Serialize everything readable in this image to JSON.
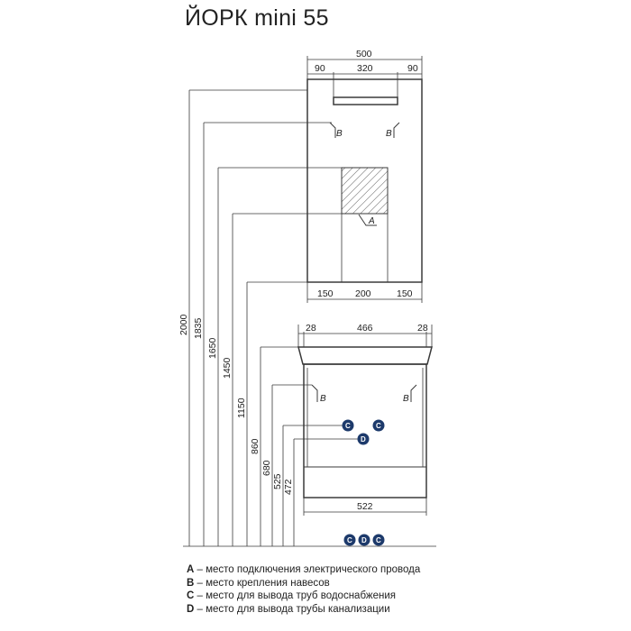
{
  "title": "ЙОРК mini 55",
  "top_widths": {
    "total": "500",
    "left": "90",
    "mid": "320",
    "right": "90"
  },
  "mirror_widths": {
    "left": "150",
    "mid": "200",
    "right": "150"
  },
  "vanity_widths": {
    "left": "28",
    "mid": "466",
    "right": "28",
    "bottom": "522"
  },
  "heights": [
    "2000",
    "1835",
    "1650",
    "1450",
    "1150",
    "860",
    "680",
    "525",
    "472"
  ],
  "markers": {
    "a": "A",
    "b": "B",
    "c": "C",
    "d": "D"
  },
  "legend": [
    {
      "key": "A",
      "text": " – место подключения электрического провода"
    },
    {
      "key": "B",
      "text": " – место крепления навесов"
    },
    {
      "key": "C",
      "text": " – место для вывода труб водоснабжения"
    },
    {
      "key": "D",
      "text": " – место для вывода трубы канализации"
    }
  ],
  "colors": {
    "line": "#3a3a3a",
    "marker": "#1d3a6b"
  }
}
